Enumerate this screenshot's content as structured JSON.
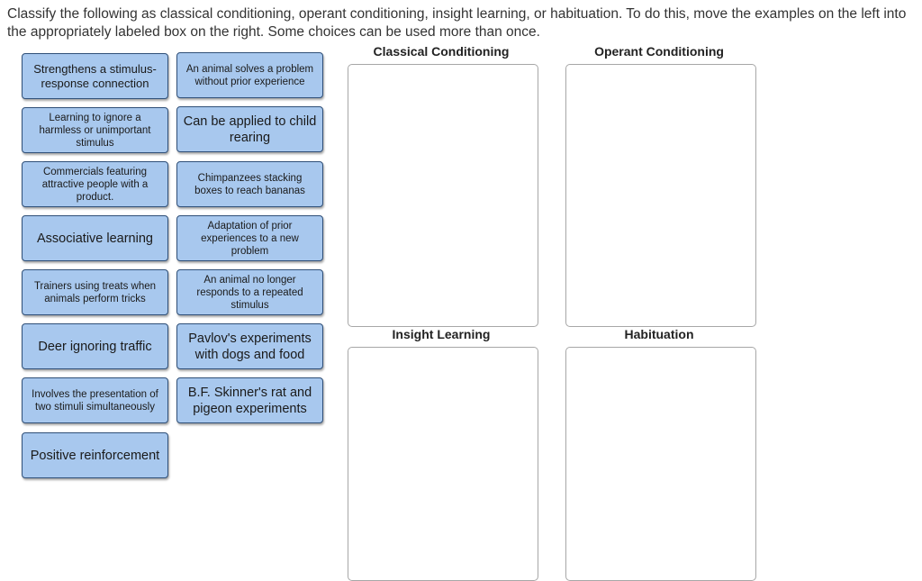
{
  "instructions": "Classify the following as classical conditioning, operant conditioning, insight learning, or habituation. To do this, move the examples on the left into the appropriately labeled box on the right. Some choices can be used more than once.",
  "cards": [
    "Strengthens a stimulus-response connection",
    "An animal solves a problem without prior experience",
    "Learning to ignore a harmless or unimportant stimulus",
    "Can be applied to child rearing",
    "Commercials featuring attractive people with a product.",
    "Chimpanzees stacking boxes to reach bananas",
    "Associative learning",
    "Adaptation of prior experiences to a new problem",
    "Trainers using treats when animals perform tricks",
    "An animal no longer responds to a repeated stimulus",
    "Deer ignoring traffic",
    "Pavlov's experiments with dogs and food",
    "Involves the presentation of two stimuli simultaneously",
    "B.F. Skinner's rat and pigeon experiments",
    "Positive reinforcement"
  ],
  "bins": {
    "classical": "Classical Conditioning",
    "operant": "Operant Conditioning",
    "insight": "Insight Learning",
    "habituation": "Habituation"
  }
}
